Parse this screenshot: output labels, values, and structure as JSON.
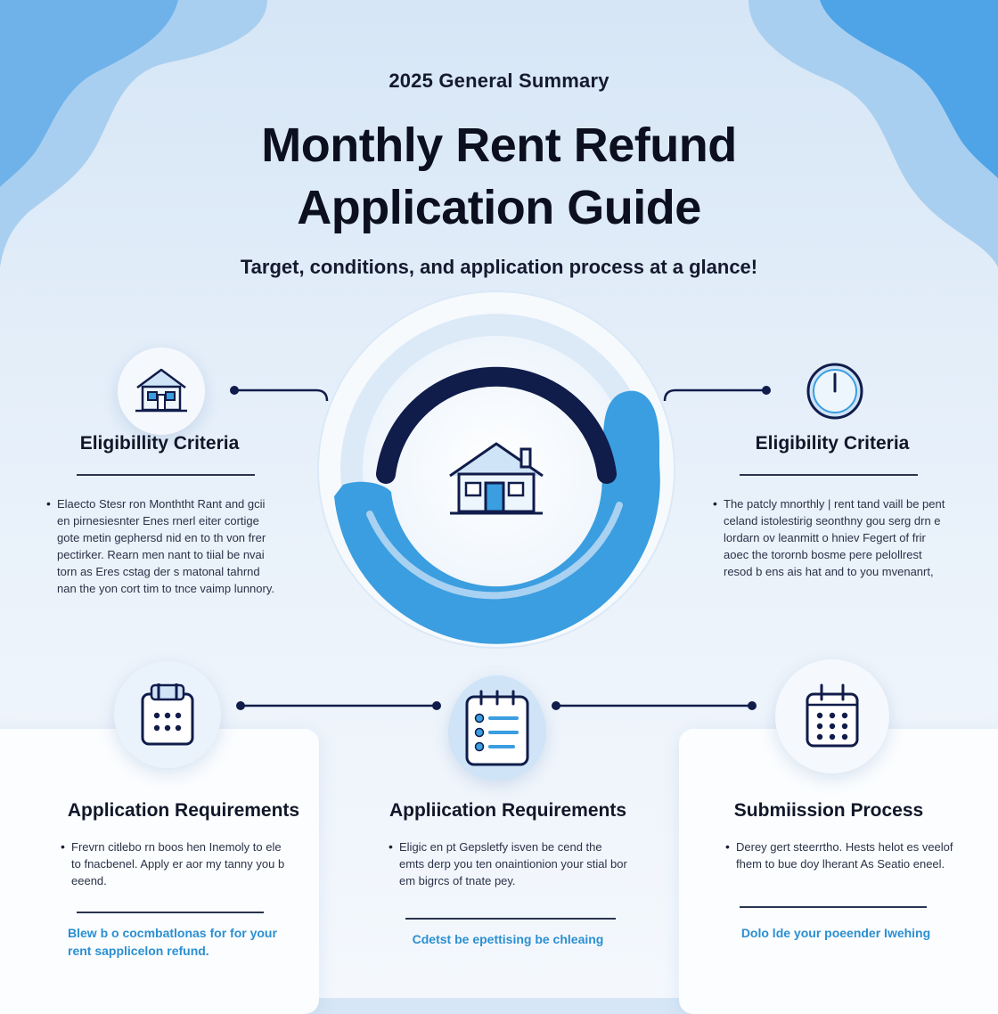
{
  "header": {
    "eyebrow": "2025 General Summary",
    "title_line1": "Monthly Rent Refund",
    "title_line2": "Application Guide",
    "subtitle": "Target, conditions, and application process at a glance!"
  },
  "colors": {
    "navy": "#0f1d4a",
    "blue": "#3a9ee0",
    "light_blue": "#a9d1f1",
    "accent_text": "#2b8fd1"
  },
  "left_section": {
    "icon": "house-icon",
    "title": "Eligibillity Criteria",
    "bullet": "Elaecto Stesr ron Monththt Rant and gcii en pirnesiesnter Enes rnerl eiter cortige gote metin gephersd nid en to th von frer pectirker. Rearn men nant to tiial be nvai torn as Eres cstag der s matonal tahrnd nan the yon cort tim to tnce vaimp lunnory."
  },
  "right_section": {
    "icon": "clock-icon",
    "title": "Eligibility Criteria",
    "bullet": "The patcly mnorthly | rent tand vaill be pent celand istolestirig seonthny gou serg drn e lordarn ov leanmitt o hniev Fegert of frir aoec the torornb bosme pere pelollrest resod b ens ais hat and to you mvenanrt,"
  },
  "center": {
    "icon": "house-icon"
  },
  "bottom_left": {
    "icon": "calendar-icon",
    "title": "Application Requirements",
    "bullet": "Frevrn citlebo rn boos hen Inemoly to ele to fnacbenel. Apply er aor my tanny you b eeend.",
    "link": "Blew b o cocmbatlonas for for your rent sapplicelon refund."
  },
  "bottom_center": {
    "icon": "checklist-icon",
    "title": "Appliication Requirements",
    "bullet": "Eligic en pt Gepsletfy isven be cend the emts derp you ten onaintionion your stial bor em bigrcs of tnate pey.",
    "link": "Cdetst be epettising be chleaing"
  },
  "bottom_right": {
    "icon": "calendar-icon",
    "title": "Submiission Process",
    "bullet": "Derey gert steerrtho. Hests helot es veelof fhem to bue doy lherant As Seatio eneel.",
    "link": "Dolo lde your poeender Iwehing"
  }
}
